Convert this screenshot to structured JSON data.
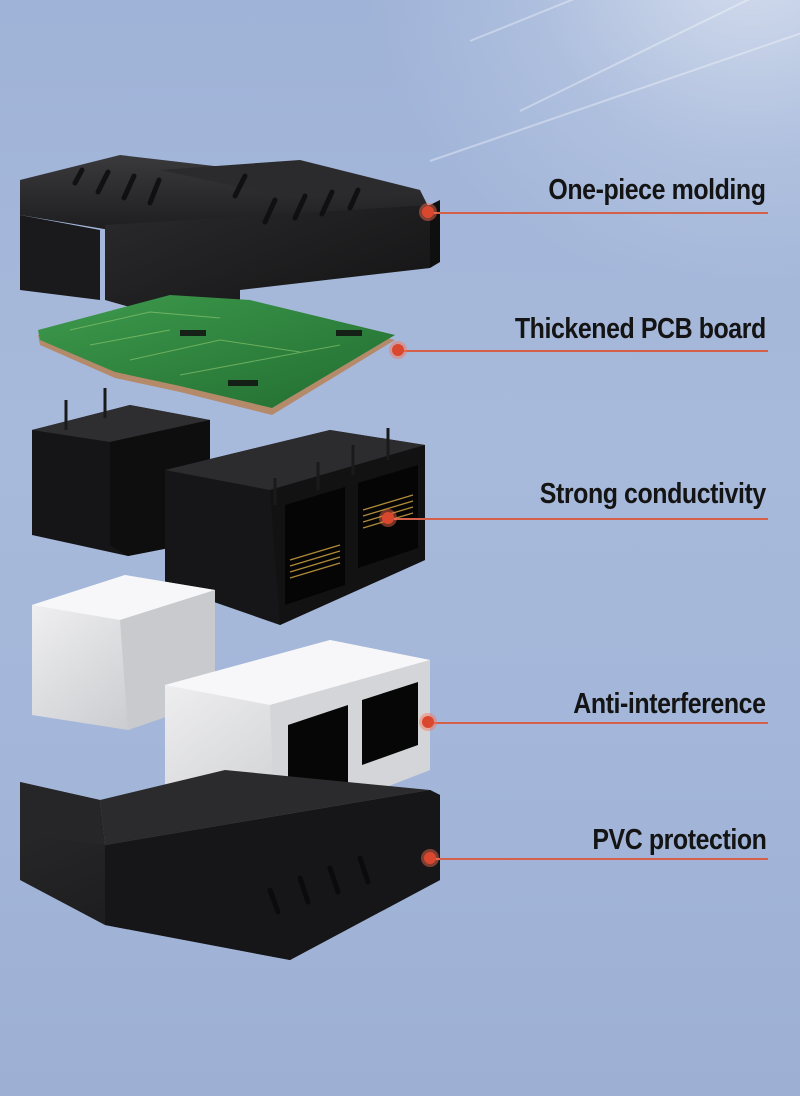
{
  "callouts": [
    {
      "label": "One-piece molding"
    },
    {
      "label": "Thickened PCB board"
    },
    {
      "label": "Strong conductivity"
    },
    {
      "label": "Anti-interference"
    },
    {
      "label": "PVC protection"
    }
  ],
  "colors": {
    "background": "#a3b6d9",
    "shell": "#1c1c1e",
    "pcb": "#2e8a3f",
    "shield": "#e4e4e6",
    "accent": "#d9482e"
  }
}
